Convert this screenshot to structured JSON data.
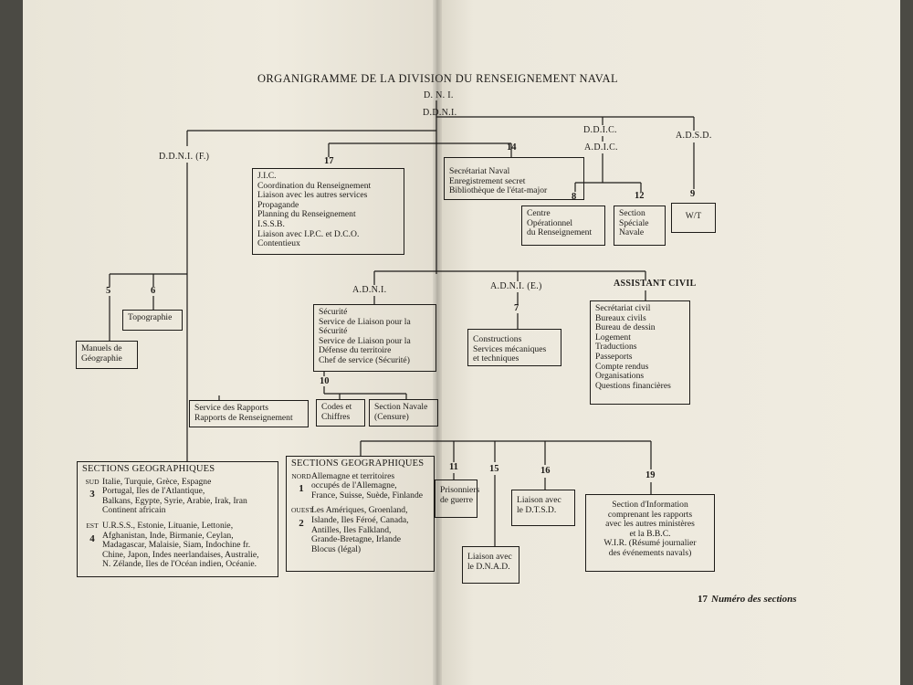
{
  "title": "ORGANIGRAMME DE LA DIVISION DU RENSEIGNEMENT NAVAL",
  "top": {
    "dni": "D. N. I.",
    "ddni": "D.D.N.I."
  },
  "nodes": {
    "ddnif": "D.D.N.I. (F.)",
    "n17": "17",
    "jic": [
      "J.I.C.",
      "Coordination du Renseignement",
      "Liaison avec les autres services",
      "Propagande",
      "Planning du Renseignement",
      "I.S.S.B.",
      "Liaison avec I.P.C. et D.C.O.",
      "Contentieux"
    ],
    "n14": "14",
    "secretariat": [
      "Secrétariat Naval",
      "Enregistrement secret",
      "Bibliothèque de l'état-major"
    ],
    "ddic": "D.D.I.C.",
    "adic": "A.D.I.C.",
    "n8": "8",
    "n12": "12",
    "centre": [
      "Centre",
      "Opérationnel",
      "du Renseignement"
    ],
    "speciale": [
      "Section",
      "Spéciale",
      "Navale"
    ],
    "adsd": "A.D.S.D.",
    "n9": "9",
    "wt": "W/T",
    "n5": "5",
    "n6": "6",
    "topographie": "Topographie",
    "manuels": [
      "Manuels de",
      "Géographie"
    ],
    "adni": "A.D.N.I.",
    "securite": [
      "Sécurité",
      "Service de Liaison pour la",
      "Sécurité",
      "Service de Liaison pour la",
      "Défense du territoire",
      "Chef de service (Sécurité)"
    ],
    "n10": "10",
    "codes": [
      "Codes et",
      "Chiffres"
    ],
    "navale_censure": [
      "Section Navale",
      "(Censure)"
    ],
    "rapports": [
      "Service des Rapports",
      "Rapports de Renseignement"
    ],
    "adnie": "A.D.N.I. (E.)",
    "n7": "7",
    "constructions": [
      "Constructions",
      "Services mécaniques",
      "et techniques"
    ],
    "assistant_civil": "ASSISTANT CIVIL",
    "civil_list": [
      "Secrétariat civil",
      "Bureaux civils",
      "Bureau de dessin",
      "Logement",
      "Traductions",
      "Passeports",
      "Compte rendus",
      "Organisations",
      "Questions financières"
    ],
    "n11": "11",
    "prisonniers": [
      "Prisonniers",
      "de guerre"
    ],
    "n15": "15",
    "dnad": [
      "Liaison avec",
      "le D.N.A.D."
    ],
    "n16": "16",
    "dtsd": [
      "Liaison avec",
      "le D.T.S.D."
    ],
    "n19": "19",
    "information": [
      "Section d'Information",
      "comprenant les rapports",
      "avec les autres ministères",
      "et la B.B.C.",
      "W.I.R. (Résumé journalier",
      "des événements navals)"
    ]
  },
  "sections_left": {
    "heading": "SECTIONS GEOGRAPHIQUES",
    "groups": [
      {
        "dir": "SUD",
        "num": "3",
        "lines": [
          "Italie, Turquie, Grèce, Espagne",
          "Portugal, Iles de l'Atlantique,",
          "Balkans, Egypte, Syrie, Arabie, Irak, Iran",
          "Continent africain"
        ]
      },
      {
        "dir": "EST",
        "num": "4",
        "lines": [
          "U.R.S.S., Estonie, Lituanie, Lettonie,",
          "Afghanistan, Inde, Birmanie, Ceylan,",
          "Madagascar, Malaisie, Siam, Indochine fr.",
          "Chine, Japon, Indes neerlandaises, Australie,",
          "N. Zélande, Iles de l'Océan indien, Océanie."
        ]
      }
    ]
  },
  "sections_right": {
    "heading": "SECTIONS GEOGRAPHIQUES",
    "groups": [
      {
        "dir": "NORD",
        "num": "1",
        "lines": [
          "Allemagne et territoires",
          "occupés de l'Allemagne,",
          "France, Suisse, Suède, Finlande"
        ]
      },
      {
        "dir": "OUEST",
        "num": "2",
        "lines": [
          "Les Amériques, Groenland,",
          "Islande, Iles Féroé, Canada,",
          "Antilles, Iles Falkland,",
          "Grande-Bretagne, Irlande",
          "Blocus (légal)"
        ]
      }
    ]
  },
  "legend": {
    "num": "17",
    "text": "Numéro des sections"
  }
}
